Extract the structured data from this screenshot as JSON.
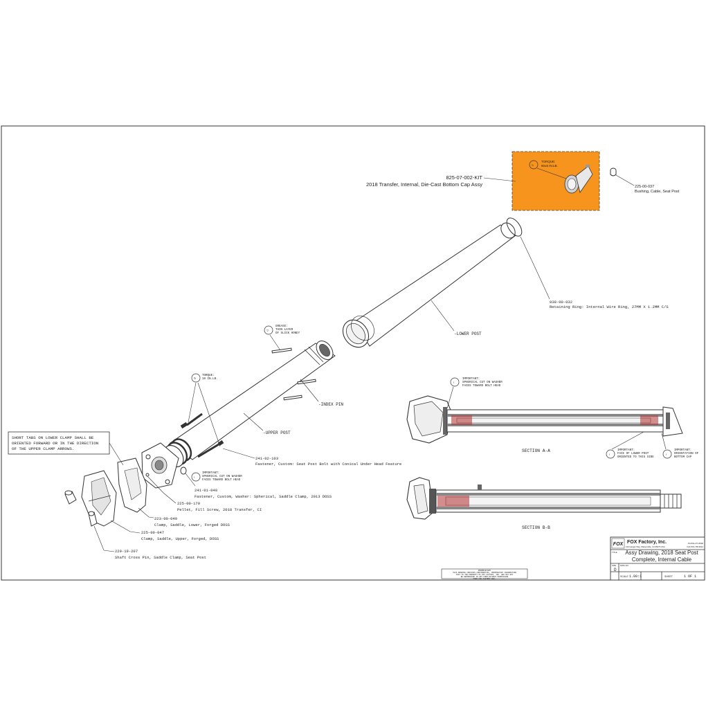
{
  "kit": {
    "part_number": "825-07-002-KIT",
    "description": "2018 Transfer, Internal, Die-Cast Bottom Cap Assy",
    "highlight_color": "#f7941d",
    "torque_label": "TORQUE:",
    "torque_value": "60±5 IN.LB."
  },
  "callouts": {
    "bushing_pn": "225-00-037",
    "bushing_desc": "Bushing, Cable, Seat Post",
    "ring_pn": "038-00-032",
    "ring_desc": "Retaining Ring: Internal Wire Ring, 27MM X 1.2MM C/S",
    "lower_post": "LOWER POST",
    "upper_post": "UPPER POST",
    "index_pin": "INDEX PIN",
    "grease_1": "GREASE:",
    "grease_2": "THIN LAYER",
    "grease_3": "OF SLICK HONEY",
    "torque_upper_1": "TORQUE:",
    "torque_upper_2": "10 IN.LB.",
    "bolt_pn": "241-02-103",
    "bolt_desc": "Fastener, Custom: Seat Post Bolt with Conical Under Head Feature",
    "washer_note_1": "IMPORTANT:",
    "washer_note_2": "SPHERICAL CUT ON WASHER",
    "washer_note_3": "FACES TOWARD BOLT HEAD",
    "washer_pn": "241-01-040",
    "washer_desc": "Fastener, Custom, Washer: Spherical, Saddle Clamp, 2013 DOSS",
    "pellet_pn": "225-00-170",
    "pellet_desc": "Pellet, Fill Screw, 2018 Transfer, CI",
    "clamp_lower_pn": "223-00-049",
    "clamp_lower_desc": "Clamp, Saddle, Lower, Forged DOSS",
    "clamp_upper_pn": "225-00-047",
    "clamp_upper_desc": "Clamp, Saddle, Upper, Forged, DOSS",
    "cross_pin_pn": "229-19-207",
    "cross_pin_desc": "Shaft Cross Pin, Saddle Clamp, Seat Post",
    "clamp_note_1": "SHORT TABS ON LOWER CLAMP SHALL BE",
    "clamp_note_2": "ORIENTED FORWARD OR IN THE DIRECTION",
    "clamp_note_3": "OF THE UPPER CLAMP ARROWS."
  },
  "sections": {
    "section_a": "SECTION  A-A",
    "section_b": "SECTION  B-B",
    "note_a_top_1": "IMPORTANT:",
    "note_a_top_2": "SPHERICAL CUT ON WASHER",
    "note_a_top_3": "FACES TOWARD BOLT HEAD",
    "note_a_face_1": "IMPORTANT:",
    "note_a_face_2": "FACE OF LOWER POST",
    "note_a_face_3": "ORIENTED TO THIS SIDE",
    "note_a_cap_1": "IMPORTANT:",
    "note_a_cap_2": "ORIENTATION OF",
    "note_a_cap_3": "BOTTOM CAP"
  },
  "notice": {
    "line_1": "PROPRIETARY",
    "line_2": "THIS DRAWING CONTAINS CONFIDENTIAL, PROPRIETARY INFORMATION",
    "line_3": "THAT IS THE PROPERTY OF FOX FACTORY, INC. AND MAY NOT",
    "line_4": "BE REPRODUCED IN ANY FORM WITHOUT PERMISSION",
    "line_5": "FROM FOX FACTORY INC."
  },
  "title_block": {
    "logo": "FOX",
    "company": "FOX Factory, Inc.",
    "address": "130 Hangar Way, Watsonville, CA 95076 USA",
    "phone": "PH 831-274-6500",
    "fax": "FAX 831-768-9312",
    "title_label": "TITLE",
    "title_line_1": "Assy Drawing, 2018 Seat Post",
    "title_line_2": "Complete, Internal Cable",
    "size_label": "SIZE",
    "dwg_label": "DWG NO.",
    "size_value": "D",
    "scale_label": "SCALE",
    "scale_value": "1.00:1",
    "sheet_label": "SHEET",
    "sheet_value": "1 OF 1"
  }
}
